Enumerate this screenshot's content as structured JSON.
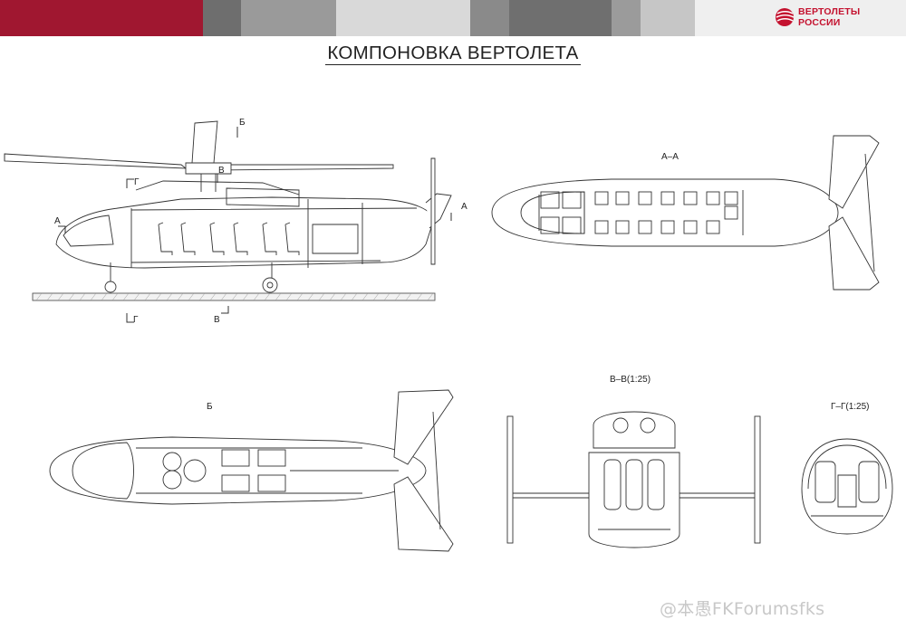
{
  "header": {
    "brand_line1": "ВЕРТОЛЕТЫ",
    "brand_line2": "РОССИИ",
    "accent": "#a01730",
    "brand_color": "#c4122f"
  },
  "title": "КОМПОНОВКА ВЕРТОЛЕТА",
  "labels": {
    "side_b_top": "Б",
    "side_g_left": "Г",
    "side_v_mid": "В",
    "side_a_left": "А",
    "side_a_right": "А",
    "side_g_bottom": "Г",
    "side_v_bottom": "В",
    "section_aa": "А–А",
    "section_b": "Б",
    "section_vv": "В–В(1:25)",
    "section_gg": "Г–Г(1:25)"
  },
  "watermark": "@本愚FKForumsfks"
}
